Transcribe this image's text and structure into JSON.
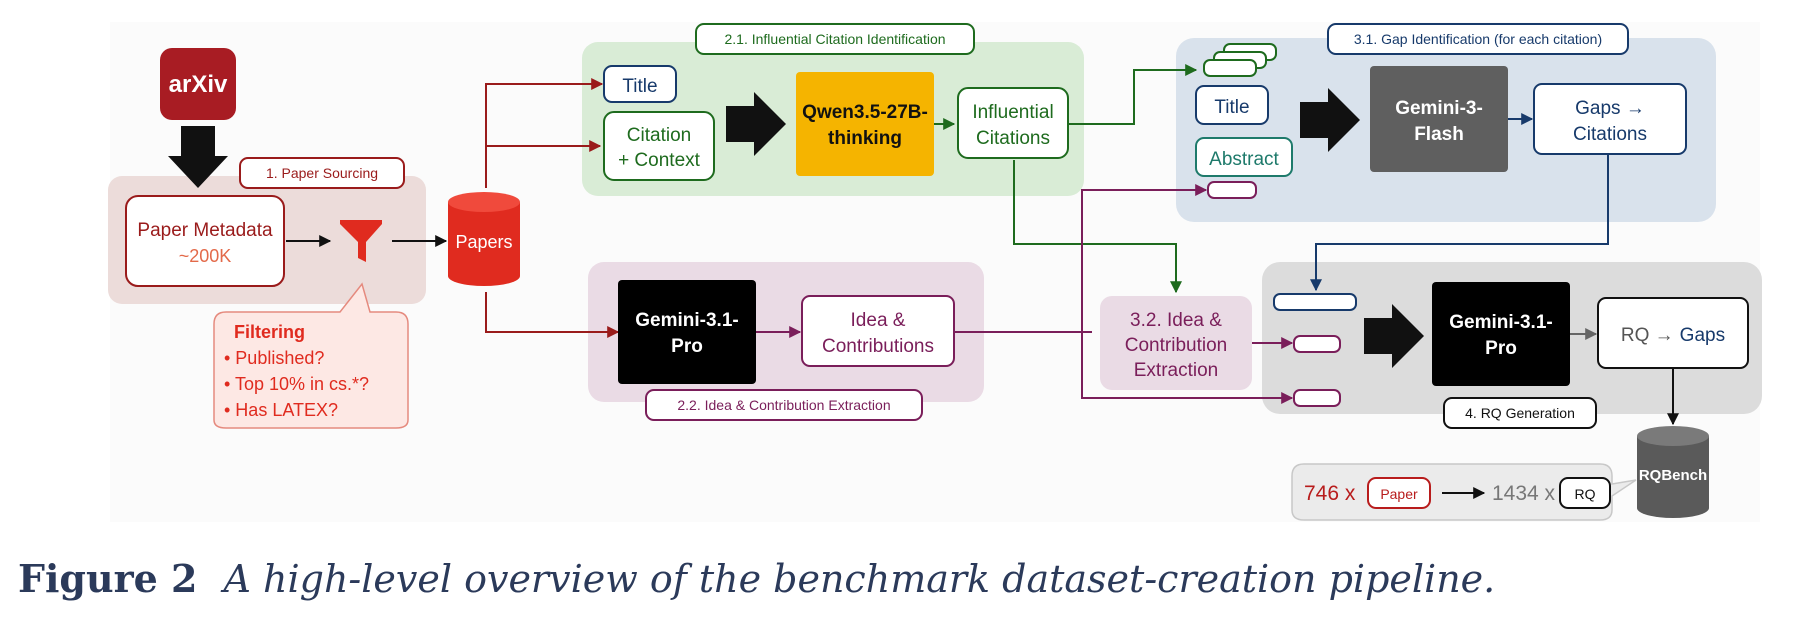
{
  "source": {
    "logo": "arXiv"
  },
  "sourcing": {
    "stage_label": "1. Paper Sourcing",
    "metadata_title": "Paper Metadata",
    "metadata_count": "~200K",
    "filter_icon": "funnel-icon",
    "filtering": {
      "title": "Filtering",
      "criteria": [
        "• Published?",
        "• Top 10% in cs.*?",
        "• Has LATEX?"
      ]
    }
  },
  "papers_db": "Papers",
  "citation_id": {
    "stage_label": "2.1. Influential Citation Identification",
    "title_box": "Title",
    "citation_line1": "Citation",
    "citation_line2": "+ Context",
    "model_line1": "Qwen3.5-27B-",
    "model_line2": "thinking",
    "output_line1": "Influential",
    "output_line2": "Citations"
  },
  "idea_extraction": {
    "stage_label": "2.2. Idea & Contribution Extraction",
    "model_line1": "Gemini-3.1-",
    "model_line2": "Pro",
    "output_line1": "Idea &",
    "output_line2": "Contributions"
  },
  "gap_id": {
    "stage_label": "3.1. Gap Identification (for each citation)",
    "title_box": "Title",
    "abstract_box": "Abstract",
    "model_line1": "Gemini-3-",
    "model_line2": "Flash",
    "output_line1": "Gaps →",
    "output_line2": "Citations"
  },
  "idea_contrib": {
    "line1": "3.2. Idea &",
    "line2": "Contribution",
    "line3": "Extraction"
  },
  "rq_gen": {
    "stage_label": "4. RQ Generation",
    "model_line1": "Gemini-3.1-",
    "model_line2": "Pro",
    "output_rq": "RQ →",
    "output_gaps": "Gaps"
  },
  "bench": {
    "db_label": "RQBench",
    "paper_count": "746 x",
    "paper_tag": "Paper",
    "rq_count": "1434 x",
    "rq_tag": "RQ"
  },
  "caption": {
    "figure": "Figure 2",
    "text": "A high-level overview of the benchmark dataset-creation pipeline."
  },
  "colors": {
    "red": "#b81c1c",
    "green": "#1e6b1e",
    "navy": "#173a6b",
    "purple": "#7a1e5a",
    "qwen": "#f5b400",
    "gray_model": "#5f5f5f"
  }
}
